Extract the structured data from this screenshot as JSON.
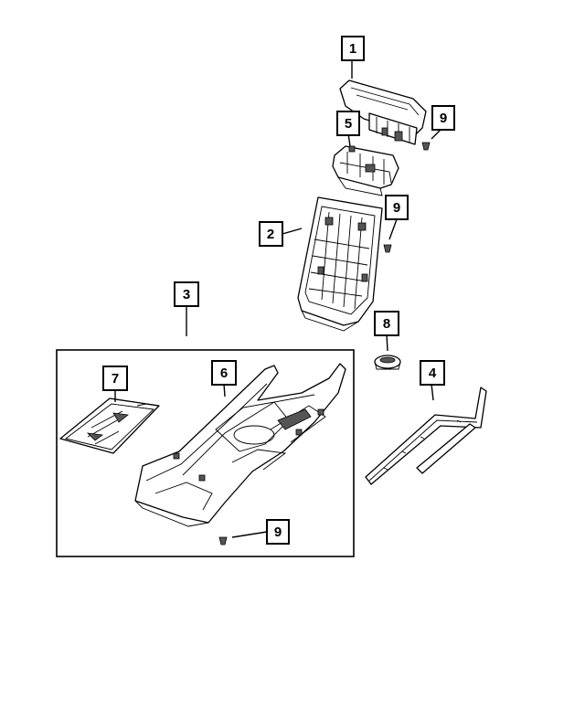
{
  "callouts": {
    "c1": "1",
    "c2": "2",
    "c3": "3",
    "c4": "4",
    "c5": "5",
    "c6": "6",
    "c7": "7",
    "c8": "8",
    "c9a": "9",
    "c9b": "9",
    "c9c": "9"
  }
}
